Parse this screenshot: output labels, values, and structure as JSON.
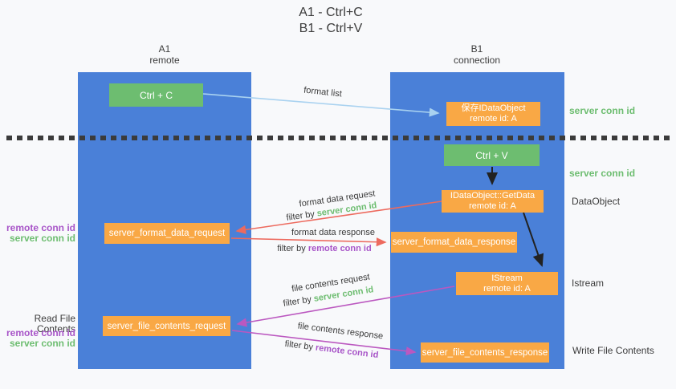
{
  "title": {
    "line1": "A1 - Ctrl+C",
    "line2": "B1 - Ctrl+V"
  },
  "lanes": {
    "left": {
      "name": "A1",
      "role": "remote"
    },
    "right": {
      "name": "B1",
      "role": "connection"
    }
  },
  "nodes": {
    "ctrl_c": {
      "label": "Ctrl + C"
    },
    "ctrl_v": {
      "label": "Ctrl + V"
    },
    "save_idataobject": {
      "line1": "保存IDataObject",
      "line2": "remote id: A"
    },
    "getdata": {
      "line1": "IDataObject::GetData",
      "line2": "remote id: A"
    },
    "istream": {
      "line1": "IStream",
      "line2": "remote id: A"
    },
    "format_request": {
      "label": "server_format_data_request"
    },
    "format_response": {
      "label": "server_format_data_response"
    },
    "file_request": {
      "label": "server_file_contents_request"
    },
    "file_response": {
      "label": "server_file_contents_response"
    }
  },
  "side_labels": {
    "server_conn_id_top": "server conn id",
    "server_conn_id_mid": "server conn id",
    "dataobject": "DataObject",
    "istream": "Istream",
    "write_file_contents": "Write File Contents",
    "read_file_contents": "Read File Contents",
    "pair1": {
      "remote": "remote conn id",
      "server": "server conn id"
    },
    "pair2": {
      "remote": "remote conn id",
      "server": "server conn id"
    }
  },
  "edge_labels": {
    "format_list": "format list",
    "format_data_request": "format data request",
    "format_data_response": "format data response",
    "file_contents_request": "file contents request",
    "file_contents_response": "file contents response",
    "filter_by": "filter by ",
    "server_conn_id": "server conn id",
    "remote_conn_id": "remote conn id"
  },
  "colors": {
    "lane_blue": "#4a80d8",
    "node_green": "#6dbd70",
    "node_orange": "#f9a845",
    "arrow_blue": "#a9d2f0",
    "arrow_black": "#222222",
    "arrow_red": "#ed6a5e",
    "arrow_purple": "#bb58c0",
    "text_green": "#6dbd70",
    "text_purple": "#a855c8"
  }
}
